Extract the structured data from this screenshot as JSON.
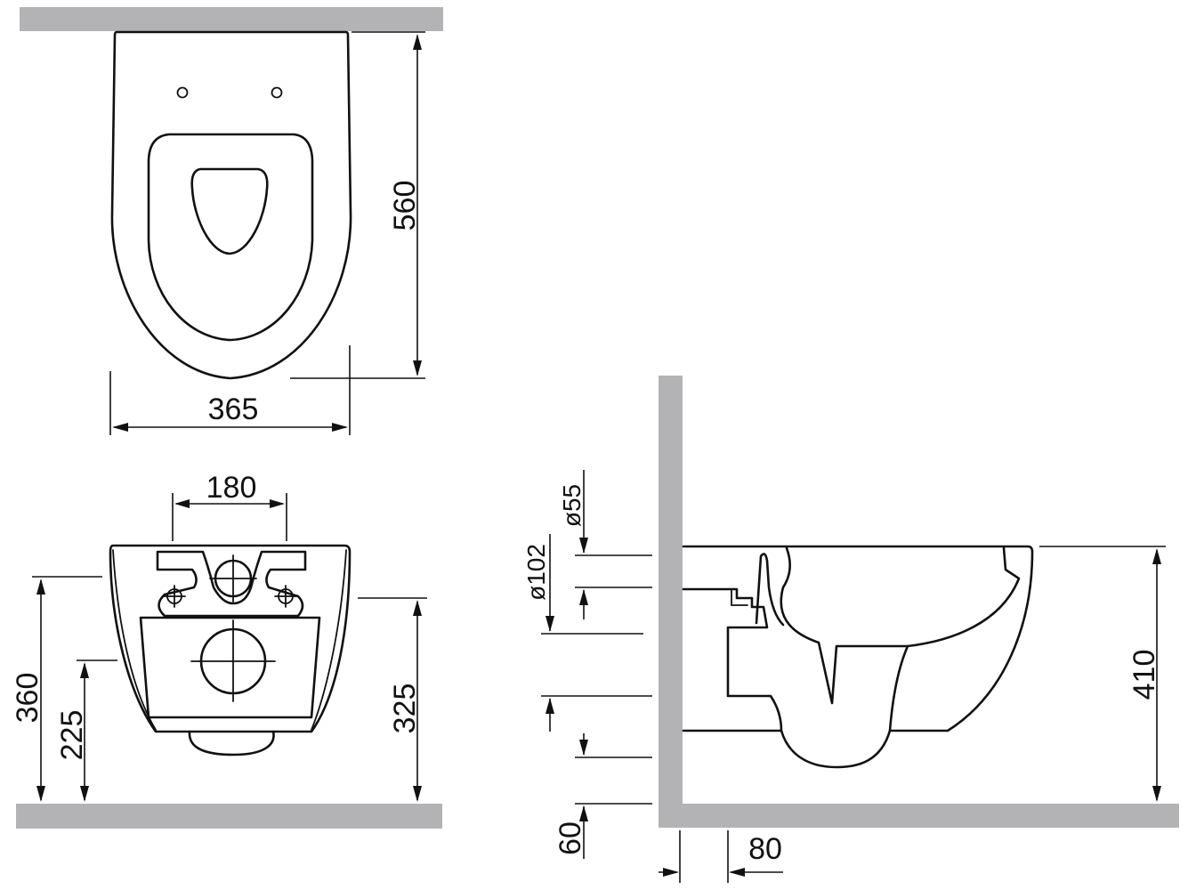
{
  "dimensions": {
    "top_length": "560",
    "top_width": "365",
    "fixing_spacing": "180",
    "front_height_360": "360",
    "front_height_225": "225",
    "front_height_325": "325",
    "side_height_410": "410",
    "side_wall_80": "80",
    "side_60": "60",
    "side_d55": "ø55",
    "side_d102": "ø102"
  }
}
